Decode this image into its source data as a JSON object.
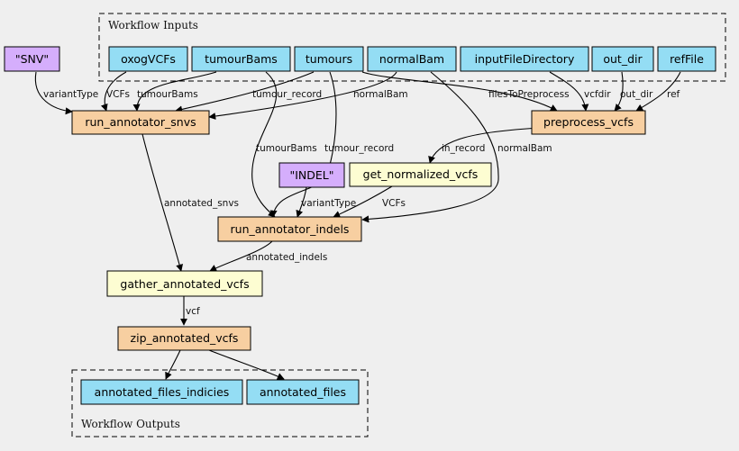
{
  "clusters": {
    "inputs": "Workflow Inputs",
    "outputs": "Workflow Outputs"
  },
  "colors": {
    "input": "#94ddf4",
    "output": "#94ddf4",
    "step": "#f7cfa1",
    "expression": "#fdfdd2",
    "constant": "#d5aefc",
    "background": "#efefef"
  },
  "nodes": {
    "snv": "\"SNV\"",
    "oxog_vcfs": "oxogVCFs",
    "tumour_bams": "tumourBams",
    "tumours": "tumours",
    "normal_bam": "normalBam",
    "input_file_directory": "inputFileDirectory",
    "out_dir": "out_dir",
    "ref_file": "refFile",
    "run_annotator_snvs": "run_annotator_snvs",
    "preprocess_vcfs": "preprocess_vcfs",
    "indel": "\"INDEL\"",
    "get_normalized_vcfs": "get_normalized_vcfs",
    "run_annotator_indels": "run_annotator_indels",
    "gather_annotated_vcfs": "gather_annotated_vcfs",
    "zip_annotated_vcfs": "zip_annotated_vcfs",
    "annotated_files_indicies": "annotated_files_indicies",
    "annotated_files": "annotated_files"
  },
  "edges": {
    "snv_varianttype": "variantType",
    "oxog_vcfs": "VCFs",
    "tumourbams_snvs": "tumourBams",
    "tumour_record_snvs": "tumour_record",
    "normalbam_snvs": "normalBam",
    "files_to_preprocess": "filesToPreprocess",
    "vcfdir": "vcfdir",
    "out_dir": "out_dir",
    "ref": "ref",
    "tumourbams_indels": "tumourBams",
    "tumour_record_indels": "tumour_record",
    "in_record": "in_record",
    "normalbam_indels": "normalBam",
    "indel_varianttype": "variantType",
    "vcfs_indels": "VCFs",
    "annotated_snvs": "annotated_snvs",
    "annotated_indels": "annotated_indels",
    "vcf": "vcf"
  }
}
